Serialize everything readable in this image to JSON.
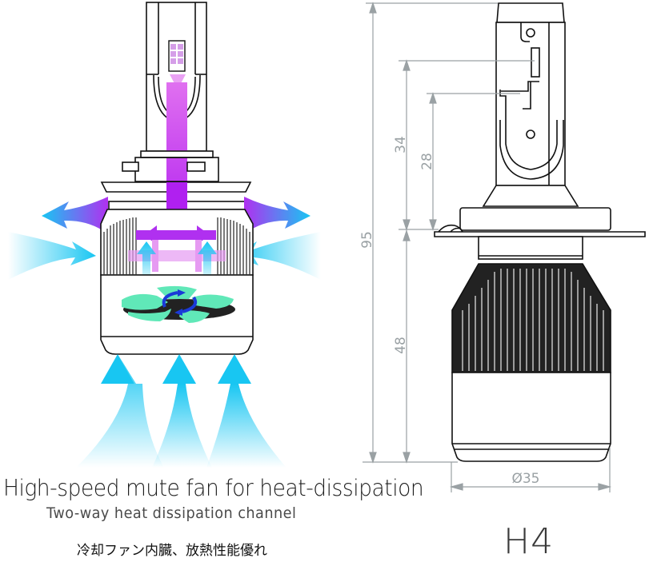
{
  "left_illustration": {
    "title": "High-speed mute fan for heat-dissipation",
    "subtitle": "Two-way heat dissipation channel",
    "japanese_caption": "冷却ファン内臓、放熱性能優れ",
    "icons": [
      "led-chip-icon",
      "heat-flow-arrow-icon",
      "cool-air-arrow-icon",
      "fan-icon",
      "rotation-arrow-icon"
    ],
    "colors": {
      "heat_flow": "#c040f0",
      "cool_air": "#1ec8f0",
      "fan_blade": "#5fe8b8",
      "rotation_arrow": "#1a3ad8",
      "outline": "#111111"
    }
  },
  "right_drawing": {
    "model": "H4",
    "dimensions": {
      "total_height": "95",
      "upper_height": "34",
      "connector_height": "28",
      "body_height": "48",
      "diameter": "Ø35"
    },
    "colors": {
      "dimension_line": "#9aa1a4",
      "outline": "#111111"
    }
  }
}
